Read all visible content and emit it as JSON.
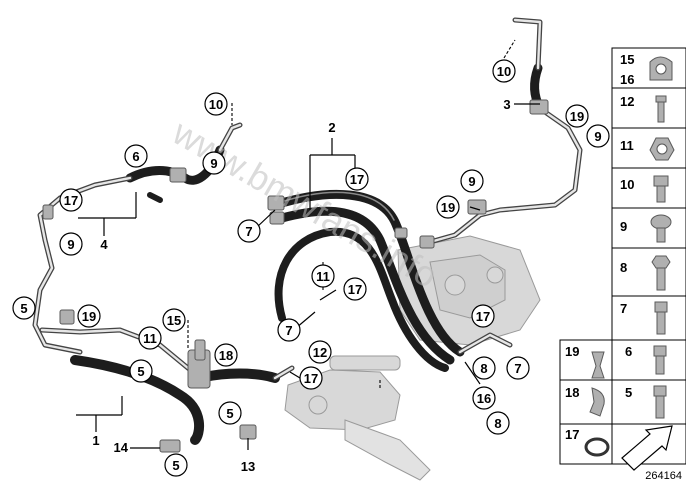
{
  "diagram_id": "264164",
  "watermark": "www.bmwfans.info",
  "callouts": [
    "10",
    "6",
    "9",
    "17",
    "9",
    "5",
    "19",
    "11",
    "15",
    "5",
    "18",
    "12",
    "17",
    "5",
    "5",
    "2",
    "17",
    "7",
    "11",
    "17",
    "7",
    "9",
    "19",
    "17",
    "8",
    "7",
    "16",
    "8",
    "10",
    "19",
    "9"
  ],
  "plain_labels": [
    "4",
    "1",
    "14",
    "13",
    "3"
  ],
  "legend": [
    "15",
    "16",
    "12",
    "11",
    "10",
    "9",
    "8",
    "7",
    "19",
    "6",
    "18",
    "5",
    "17"
  ]
}
